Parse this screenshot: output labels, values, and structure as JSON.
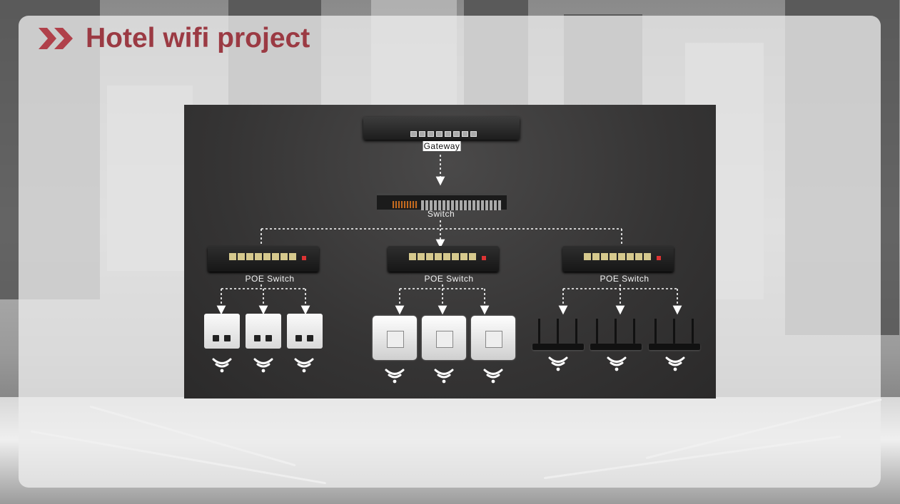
{
  "slide": {
    "title": "Hotel wifi project",
    "accent_color": "#9b3a43",
    "icon": "double-chevron-right-icon"
  },
  "diagram": {
    "gateway": {
      "label": "Gateway"
    },
    "switch": {
      "label": "Switch"
    },
    "poe_switches": [
      {
        "label": "POE Switch",
        "device_type": "wall-panel-ap",
        "count": 3
      },
      {
        "label": "POE Switch",
        "device_type": "ceiling-ap",
        "count": 3
      },
      {
        "label": "POE Switch",
        "device_type": "wireless-router",
        "count": 3
      }
    ],
    "line_color": "#ffffff",
    "line_style": "dashed"
  }
}
